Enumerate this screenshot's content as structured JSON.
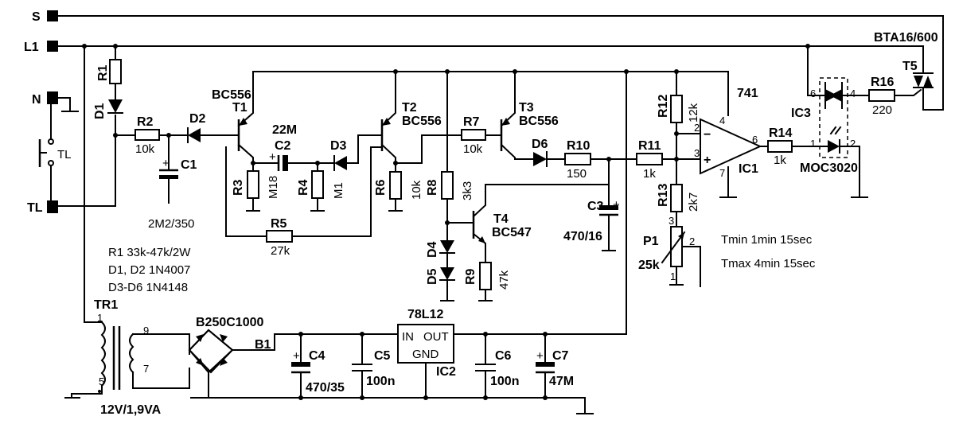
{
  "terminals": {
    "s": "S",
    "l1": "L1",
    "n": "N",
    "tl": "TL"
  },
  "switch_label": "TL",
  "labels": {
    "r1": "R1",
    "d1": "D1",
    "r2": "R2",
    "r2v": "10k",
    "d2": "D2",
    "c1": "C1",
    "c1v": "2M2/350",
    "t1": "T1",
    "t1v": "BC556",
    "c2": "C2",
    "c2v": "22M",
    "d3": "D3",
    "r3": "R3",
    "r3v": "M18",
    "r4": "R4",
    "r4v": "M1",
    "r5": "R5",
    "r5v": "27k",
    "t2": "T2",
    "t2v": "BC556",
    "r6": "R6",
    "r6v": "10k",
    "r7": "R7",
    "r7v": "10k",
    "r8": "R8",
    "r8v": "3k3",
    "t3": "T3",
    "t3v": "BC556",
    "d6": "D6",
    "r10": "R10",
    "r10v": "150",
    "c3": "C3",
    "c3v": "470/16",
    "t4": "T4",
    "t4v": "BC547",
    "d4": "D4",
    "d5": "D5",
    "r9": "R9",
    "r9v": "47k",
    "r11": "R11",
    "r11v": "1k",
    "r12": "R12",
    "r12v": "12k",
    "r13": "R13",
    "r13v": "2k7",
    "p1": "P1",
    "p1v": "25k",
    "ic1": "IC1",
    "ic1v": "741",
    "r14": "R14",
    "r14v": "1k",
    "ic3": "IC3",
    "ic3v": "MOC3020",
    "r16": "R16",
    "r16v": "220",
    "t5": "T5",
    "t5v": "BTA16/600",
    "tr1": "TR1",
    "tr1v": "12V/1,9VA",
    "b1": "B1",
    "b1v": "B250C1000",
    "c4": "C4",
    "c4v": "470/35",
    "c5": "C5",
    "c5v": "100n",
    "ic2": "IC2",
    "ic2v": "78L12",
    "ic2_in": "IN",
    "ic2_out": "OUT",
    "ic2_gnd": "GND",
    "c6": "C6",
    "c6v": "100n",
    "c7": "C7",
    "c7v": "47M"
  },
  "pins": {
    "p6": "6",
    "p4": "4",
    "p2": "2",
    "p3": "3",
    "p7": "7",
    "p1": "1",
    "p9": "9",
    "p5": "5",
    "ptr7": "7",
    "p1b": "1",
    "p2b": "2",
    "p3b": "3",
    "p6b": "6",
    "p4b": "4",
    "p1c": "1",
    "p2c": "2"
  },
  "notes": [
    "R1  33k-47k/2W",
    "D1, D2  1N4007",
    "D3-D6  1N4148"
  ],
  "timing": [
    "Tmin 1min 15sec",
    "Tmax 4min 15sec"
  ]
}
